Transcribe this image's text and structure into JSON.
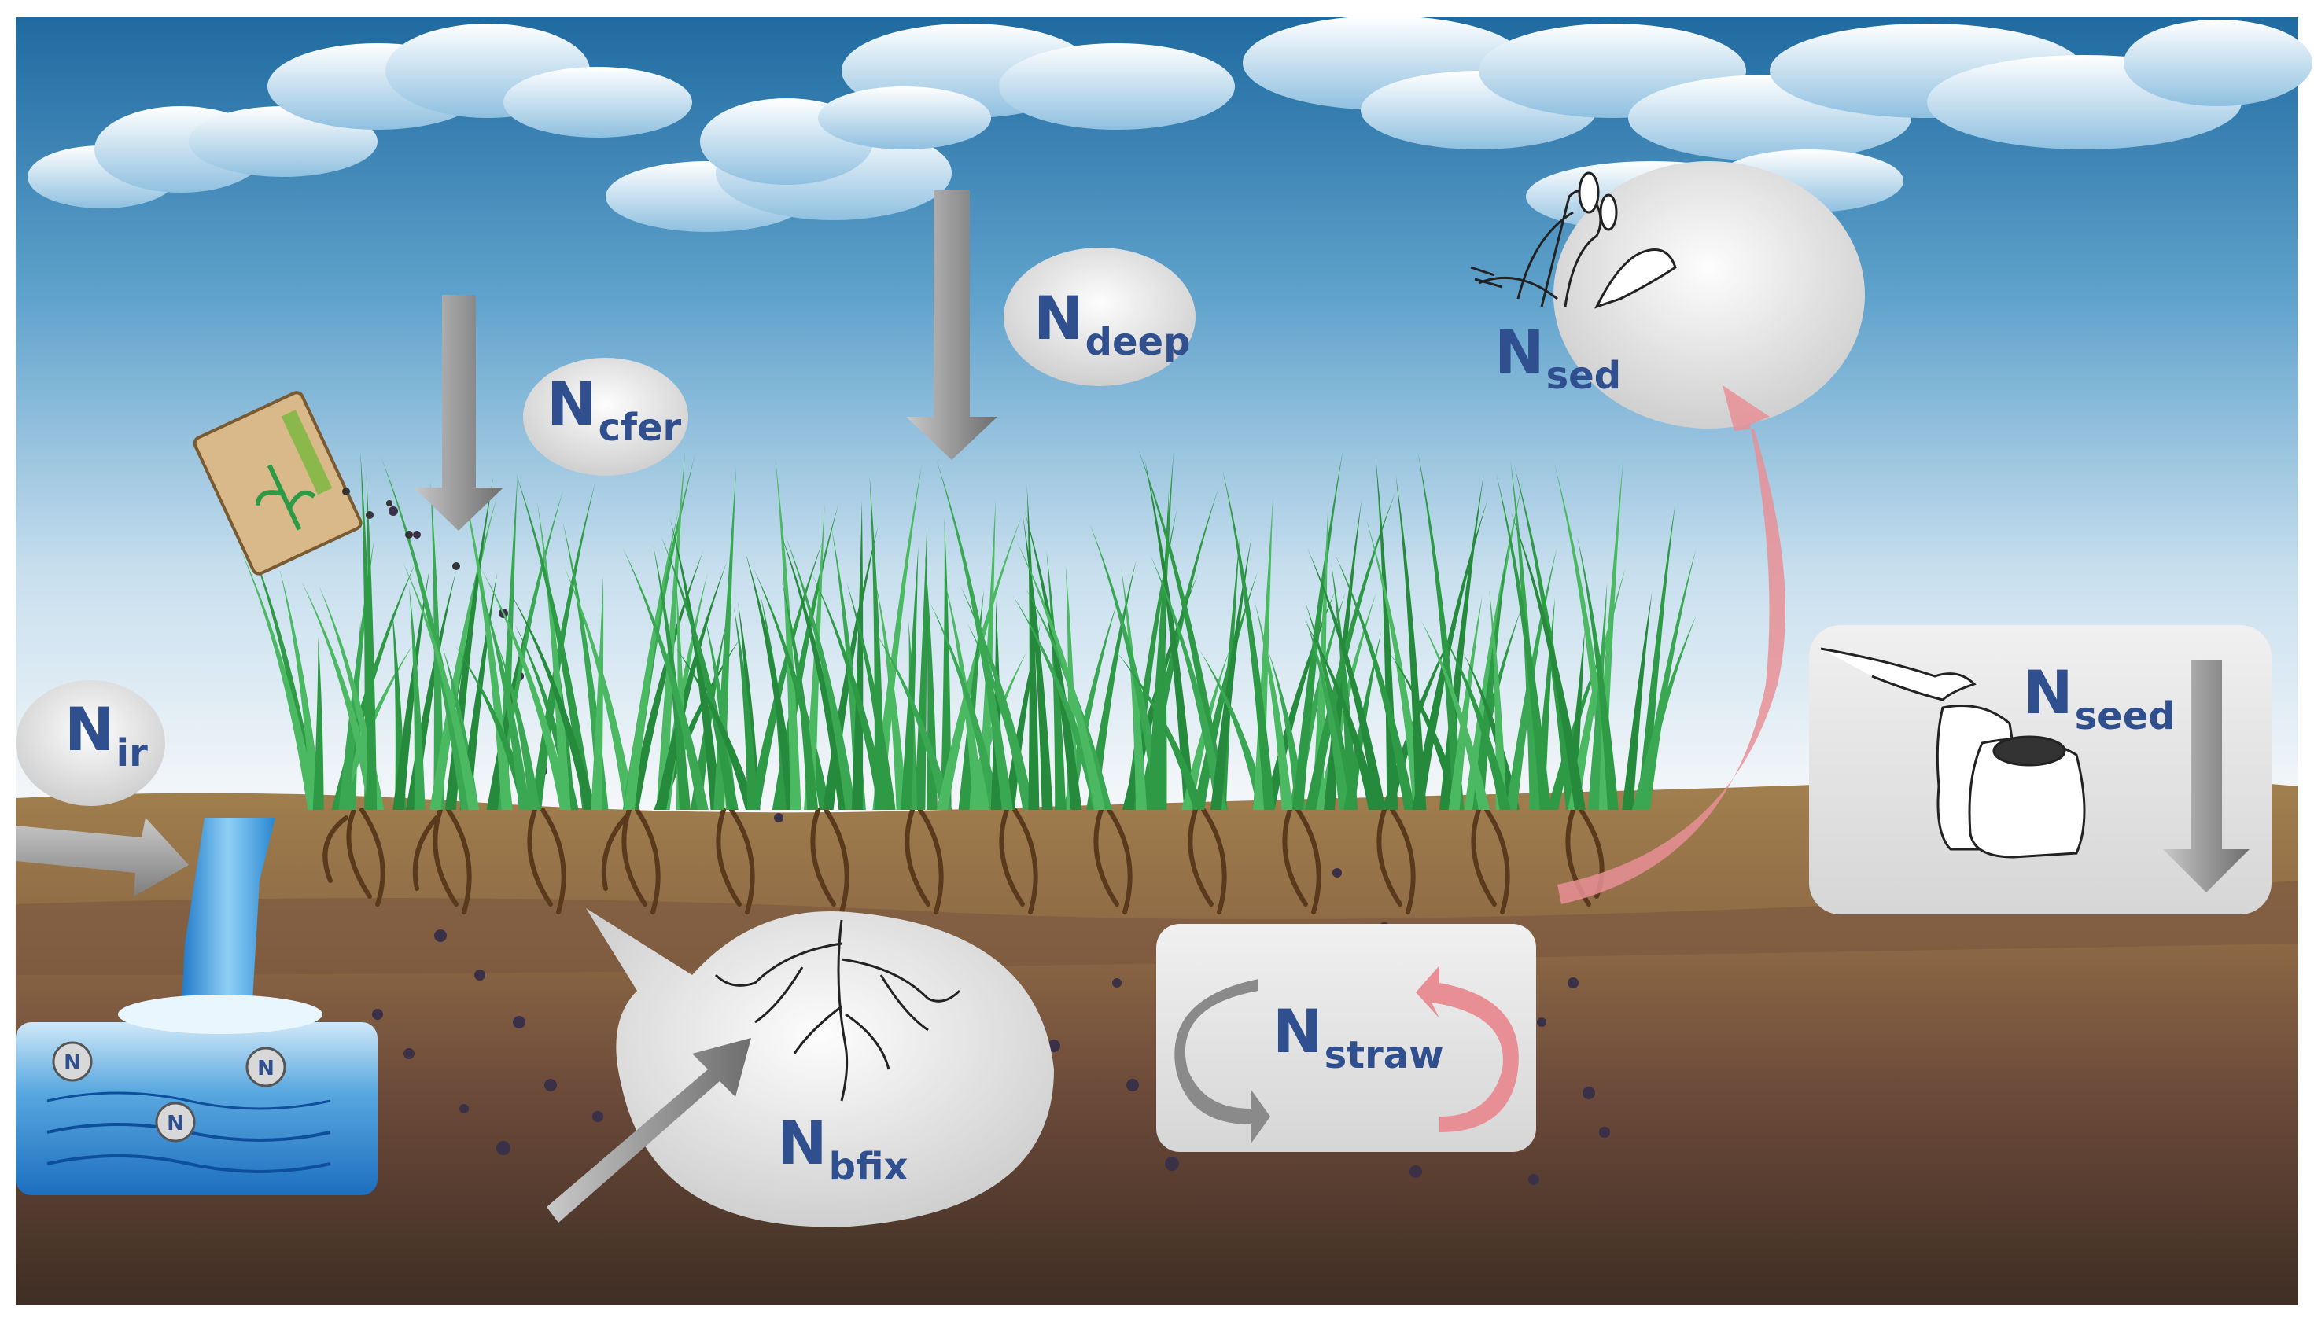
{
  "labels": {
    "ir": {
      "base": "N",
      "sub": "ir"
    },
    "cfer": {
      "base": "N",
      "sub": "cfer"
    },
    "deep": {
      "base": "N",
      "sub": "deep"
    },
    "sed": {
      "base": "N",
      "sub": "sed"
    },
    "seed": {
      "base": "N",
      "sub": "seed"
    },
    "straw": {
      "base": "N",
      "sub": "straw"
    },
    "bfix": {
      "base": "N",
      "sub": "bfix"
    }
  },
  "water_markers": [
    "N",
    "N",
    "N"
  ],
  "colors": {
    "sky_top": "#2a73a6",
    "sky_bottom": "#f4f7f9",
    "soil_top": "#9e7b4c",
    "soil_bottom": "#4e382a",
    "grass": "#2f9a46",
    "label_text": "#2f4f8f",
    "gray_arrow": "#8e8e8e",
    "pink_arrow": "#e88f95",
    "water": "#3b8fd2"
  },
  "icons": [
    "fertilizer-bag-icon",
    "water-outflow-icon",
    "crop-grains-icon",
    "seed-sack-hand-icon",
    "root-system-icon",
    "straw-cycle-icon"
  ]
}
